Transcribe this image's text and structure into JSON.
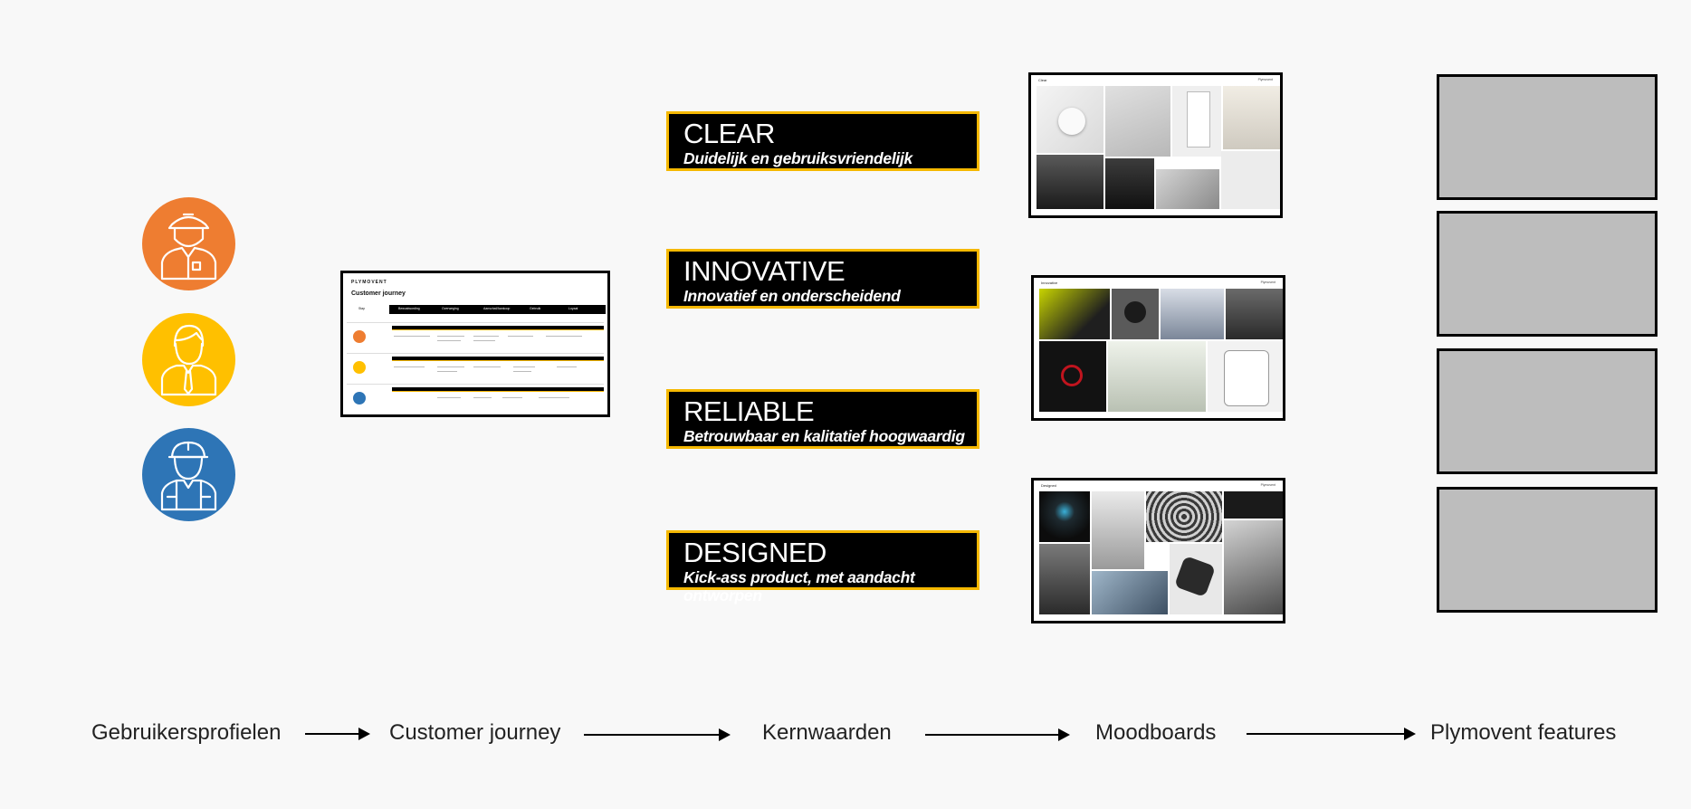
{
  "personas": [
    {
      "name": "firefighter-persona",
      "color": "#ee7d31"
    },
    {
      "name": "business-persona",
      "color": "#ffc000"
    },
    {
      "name": "worker-persona",
      "color": "#2e75b6"
    }
  ],
  "journey": {
    "brand": "PLYMOVENT",
    "title": "Customer journey",
    "phase_label": "Stap",
    "steps": [
      "Bewustwording",
      "Overweging",
      "Aanschaf/Aankoop",
      "Gebruik",
      "Loyaal"
    ]
  },
  "values": [
    {
      "title": "CLEAR",
      "subtitle": "Duidelijk en gebruiksvriendelijk"
    },
    {
      "title": "INNOVATIVE",
      "subtitle": "Innovatief en onderscheidend"
    },
    {
      "title": "RELIABLE",
      "subtitle": "Betrouwbaar en kalitatief hoogwaardig"
    },
    {
      "title": "DESIGNED",
      "subtitle": "Kick-ass product, met aandacht ontworpen"
    }
  ],
  "moodboards": [
    {
      "header": "Clear",
      "brand": "Plymovent"
    },
    {
      "header": "Innovative",
      "brand": "Plymovent"
    },
    {
      "header": "Designed",
      "brand": "Plymovent"
    }
  ],
  "process": {
    "steps": [
      "Gebruikersprofielen",
      "Customer journey",
      "Kernwaarden",
      "Moodboards",
      "Plymovent features"
    ]
  },
  "colors": {
    "background": "#f8f8f8",
    "value_border": "#f5b800",
    "feature_fill": "#bdbdbd"
  }
}
